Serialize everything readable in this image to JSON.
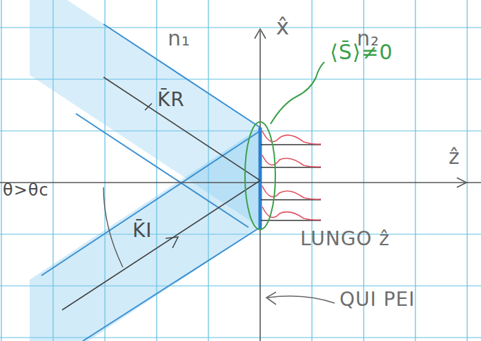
{
  "diagram": {
    "labels": [
      "n₁",
      "x̂",
      "n₂",
      "⟨S̄⟩≠0",
      "ẑ",
      "K̄R",
      "θ>θc",
      "K̄I",
      "LUNGO ẑ",
      "QUI PEI"
    ]
  }
}
